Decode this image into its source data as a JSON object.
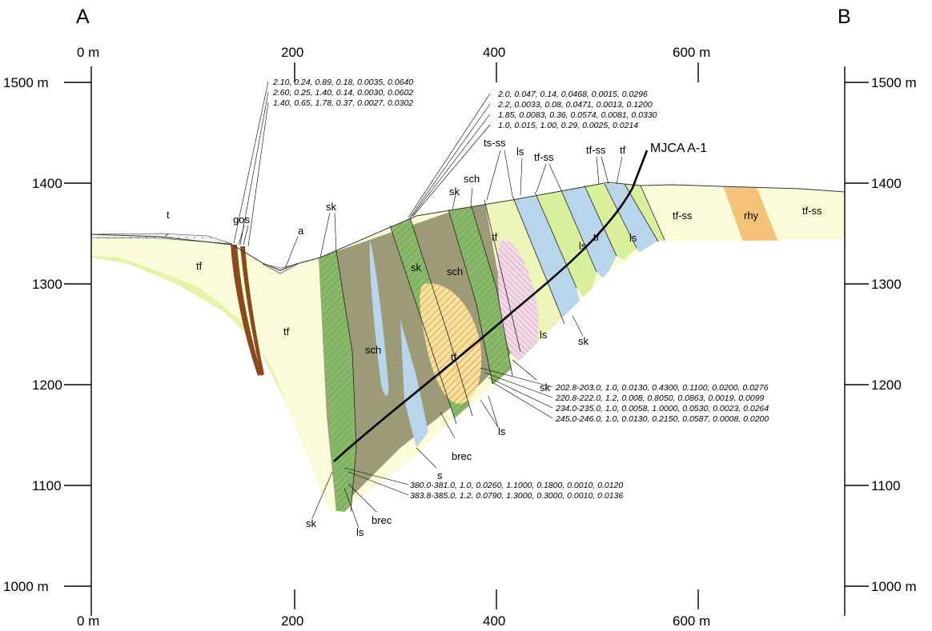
{
  "section": {
    "start_label": "A",
    "end_label": "B"
  },
  "distance_axis": {
    "top_ticks": [
      "0 m",
      "200",
      "400",
      "600 m"
    ],
    "bottom_ticks": [
      "0 m",
      "200",
      "400",
      "600 m"
    ]
  },
  "elevation_axis": {
    "left_ticks": [
      "1500 m",
      "1400",
      "1300",
      "1200",
      "1100",
      "1000 m"
    ],
    "right_ticks": [
      "1500 m",
      "1400",
      "1300",
      "1200",
      "1100",
      "1000 m"
    ]
  },
  "drillhole": {
    "name": "MJCA A-1"
  },
  "unit_colors": {
    "tf": "#eef5b8",
    "tf-ss": "#fbfbd9",
    "ls": "#b8d5ec",
    "sk": "#7fbf6b",
    "sch": "#9d9a78",
    "rhy": "#f5c27a",
    "t": "#f2f2f2",
    "gos": "#8b4a1c",
    "mineral-hatch": "#e0442a"
  },
  "unit_labels": [
    {
      "id": "t-1",
      "text": "t"
    },
    {
      "id": "gos-1",
      "text": "gos"
    },
    {
      "id": "a-1",
      "text": "a"
    },
    {
      "id": "tf-1",
      "text": "tf"
    },
    {
      "id": "tf-2",
      "text": "tf"
    },
    {
      "id": "sk-1",
      "text": "sk"
    },
    {
      "id": "sch-1",
      "text": "sch"
    },
    {
      "id": "sk-2",
      "text": "sk"
    },
    {
      "id": "sch-2",
      "text": "sch"
    },
    {
      "id": "sk-3",
      "text": "sk"
    },
    {
      "id": "sch-3",
      "text": "sch"
    },
    {
      "id": "ts-ss-1",
      "text": "ts-ss"
    },
    {
      "id": "ls-1",
      "text": "ls"
    },
    {
      "id": "tf-ss-1",
      "text": "tf-ss"
    },
    {
      "id": "tf-ss-2",
      "text": "tf-ss"
    },
    {
      "id": "tf-3",
      "text": "tf"
    },
    {
      "id": "tf-4",
      "text": "tf"
    },
    {
      "id": "ls-2",
      "text": "ls"
    },
    {
      "id": "tf-5",
      "text": "tf"
    },
    {
      "id": "ls-3",
      "text": "ls"
    },
    {
      "id": "tf-ss-3",
      "text": "tf-ss"
    },
    {
      "id": "rhy-1",
      "text": "rhy"
    },
    {
      "id": "tf-ss-4",
      "text": "tf-ss"
    },
    {
      "id": "tf-6",
      "text": "tf"
    },
    {
      "id": "ls-4",
      "text": "ls"
    },
    {
      "id": "sk-4",
      "text": "sk"
    },
    {
      "id": "sk-5",
      "text": "sk"
    },
    {
      "id": "ls-5",
      "text": "ls"
    },
    {
      "id": "brec-1",
      "text": "brec"
    },
    {
      "id": "s-1",
      "text": "s"
    },
    {
      "id": "sk-6",
      "text": "sk"
    },
    {
      "id": "ls-6",
      "text": "ls"
    },
    {
      "id": "brec-2",
      "text": "brec"
    }
  ],
  "surface_samples": [
    "2.10, 0.24, 0.89, 0.18, 0.0035, 0.0640",
    "2.60, 0.25, 1.40, 0.14, 0.0030, 0.0602",
    "1.40, 0.65, 1.78, 0.37, 0.0027, 0.0302"
  ],
  "ridge_samples": [
    "2.0, 0.047, 0.14, 0.0468, 0.0015, 0.0296",
    "2.2, 0.0033, 0.08, 0.0471, 0.0013, 0.1200",
    "1.85, 0.0083, 0.36, 0.0574, 0.0081, 0.0330",
    "1.0, 0.015, 1.00, 0.29, 0.0025, 0.0214"
  ],
  "hole_intervals_mid": [
    "202.8-203.0, 1.0, 0.0130, 0.4300, 0.1100, 0.0200, 0.0276",
    "220.8-222.0, 1.2, 0.008, 0.8050, 0.0863, 0.0019, 0.0099",
    "234.0-235.0, 1.0, 0.0058, 1.0000, 0.0530, 0.0023, 0.0264",
    "245.0-246.0, 1.0, 0.0130, 0.2150, 0.0587, 0.0008, 0.0200"
  ],
  "hole_intervals_bottom": [
    "380.0-381.0, 1.0, 0.0260, 1.1000, 0.1800, 0.0010, 0.0120",
    "383.8-385.0, 1.2, 0.0790, 1.3000, 0.3000, 0.0010, 0.0136"
  ]
}
